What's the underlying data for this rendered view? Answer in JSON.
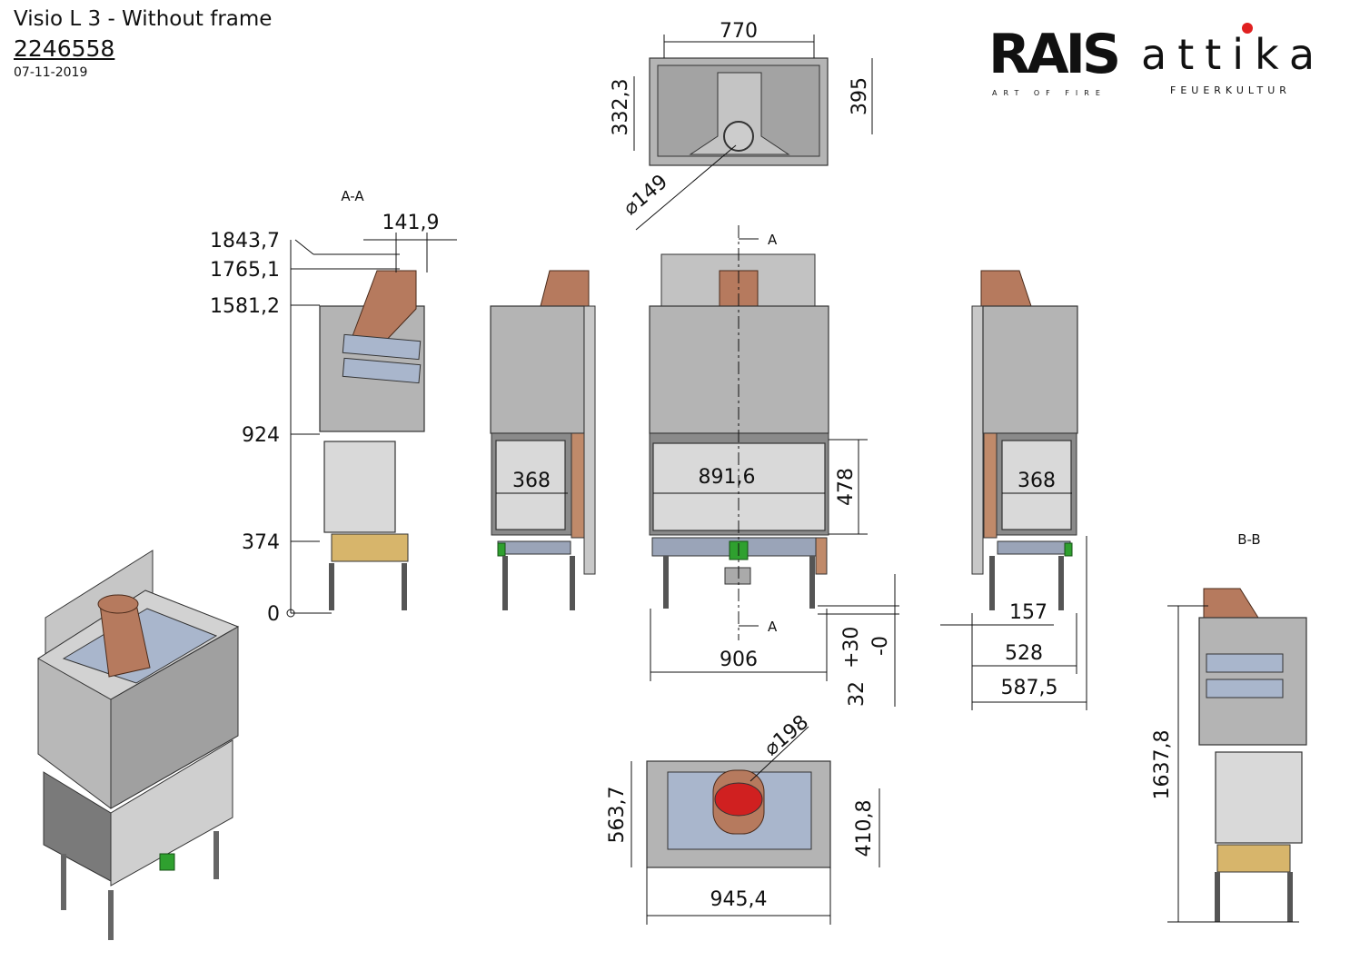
{
  "header": {
    "title": "Visio L 3 - Without frame",
    "doc_number": "2246558",
    "date": "07-11-2019"
  },
  "logo": {
    "brand1": "RAIS",
    "tagline1": "ART OF FIRE",
    "brand2": "attika",
    "tagline2": "FEUERKULTUR",
    "accent": "#e02020"
  },
  "views": {
    "top": {
      "width": "770",
      "depth_left": "332,3",
      "depth_right": "395",
      "flue_diameter": "⌀149"
    },
    "section_aa": {
      "label": "A-A",
      "offset": "141,9",
      "heights": [
        "1843,7",
        "1765,1",
        "1581,2",
        "924",
        "374",
        "0"
      ]
    },
    "front": {
      "section_mark_top": "A",
      "section_mark_bottom": "A",
      "side_glass_left": "368",
      "glass_width": "891,6",
      "glass_height": "478",
      "base_width": "906",
      "leg_adjust_top": "+30",
      "leg_adjust_bottom": "-0",
      "leg_height": "32"
    },
    "right": {
      "side_glass": "368",
      "offset": "157",
      "depth": "528",
      "depth_total": "587,5"
    },
    "bottom": {
      "flue_diameter": "⌀198",
      "depth": "563,7",
      "inner_depth": "410,8",
      "width": "945,4"
    },
    "section_bb": {
      "label": "B-B",
      "height": "1637,8"
    }
  }
}
